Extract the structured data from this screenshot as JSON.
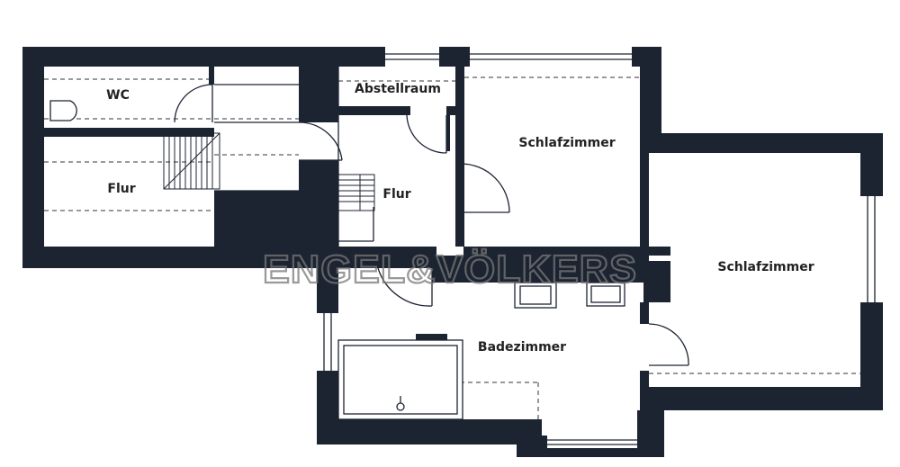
{
  "rooms": {
    "wc": "WC",
    "flur_left": "Flur",
    "abstellraum": "Abstellraum",
    "flur_center": "Flur",
    "schlafzimmer_1": "Schlafzimmer",
    "schlafzimmer_2": "Schlafzimmer",
    "badezimmer": "Badezimmer"
  },
  "watermark": {
    "brand": "ENGEL&VÖLKERS"
  },
  "colors": {
    "wall": "#1c2432",
    "watermark": "#777777",
    "ampersand": "#c0392b"
  }
}
